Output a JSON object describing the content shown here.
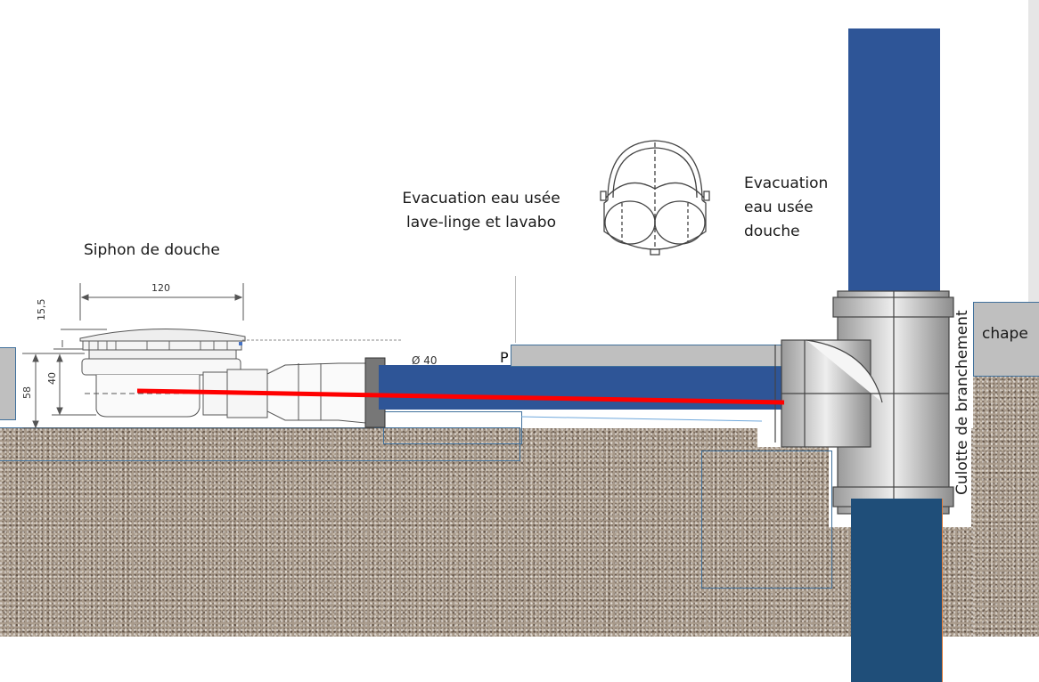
{
  "labels": {
    "siphon": "Siphon de douche",
    "evac_lavelinge_line1": "Evacuation eau usée",
    "evac_lavelinge_line2": "lave-linge et lavabo",
    "evac_douche_line1": "Evacuation",
    "evac_douche_line2": "eau usée",
    "evac_douche_line3": "douche",
    "chape": "chape",
    "culotte": "Culotte de branchement",
    "pipe_diameter": "Ø 40",
    "truncated_text": "P"
  },
  "dimensions": {
    "width": "120",
    "cap_height": "15,5",
    "body_height": "40",
    "total_height": "58"
  },
  "colors": {
    "pipe_blue": "#2e5597",
    "pipe_blue_dark": "#1f4e79",
    "slope_line": "#ff0000",
    "chape_gray": "#bfbfbf",
    "gravel": "#a89a8b",
    "outline": "#41719c"
  }
}
